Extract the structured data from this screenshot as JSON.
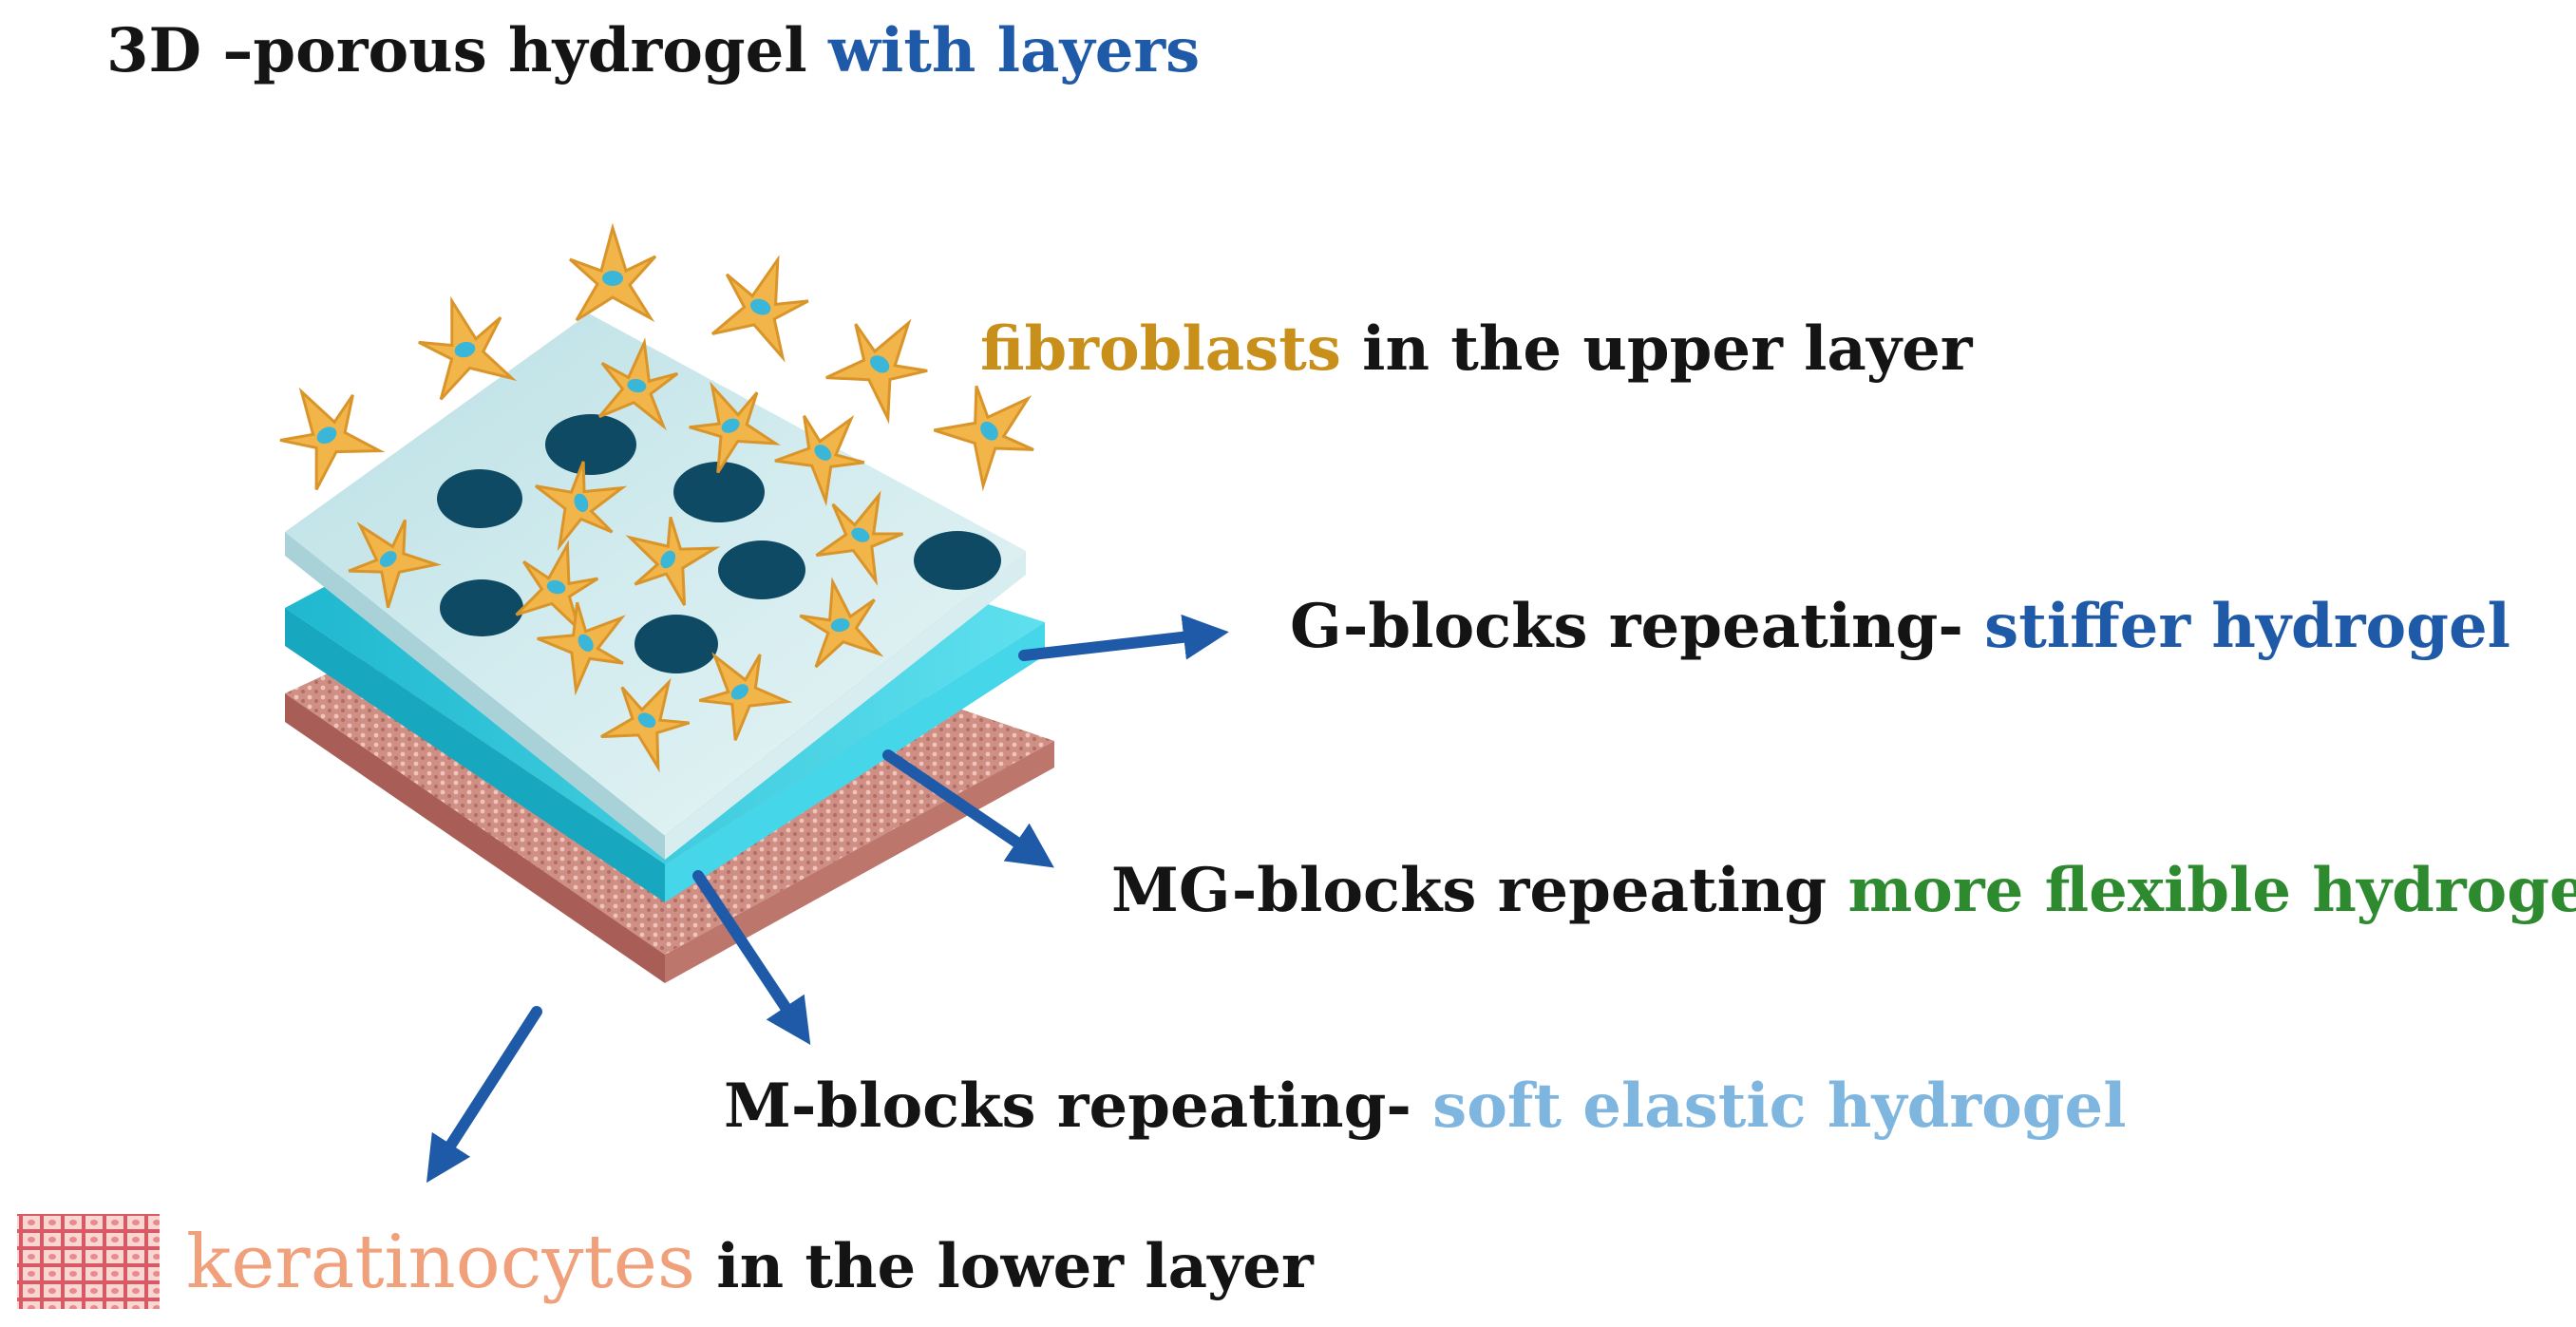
{
  "title": {
    "part1": "3D –porous hydrogel ",
    "part2": "with layers"
  },
  "labels": {
    "fibroblasts": {
      "accent": "fibroblasts",
      "rest": " in the upper layer"
    },
    "g_blocks": {
      "lead": "G-blocks repeating- ",
      "accent": "stiffer hydrogel"
    },
    "mg_blocks": {
      "lead": "MG-blocks repeating ",
      "accent": "more flexible hydrogel"
    },
    "m_blocks": {
      "lead": "M-blocks repeating- ",
      "accent": "soft elastic hydrogel"
    },
    "keratinocytes": {
      "accent": "keratinocytes",
      "rest": " in the lower layer"
    }
  },
  "colors": {
    "text": "#141414",
    "blue_accent": "#1f5aa8",
    "fibroblast_gold": "#c8901a",
    "green_accent": "#2e8a2e",
    "light_blue_accent": "#7fb6e0",
    "keratinocyte_salmon": "#f0a07a",
    "arrow": "#1f5aa8",
    "top_layer": "#c9e6ea",
    "middle_layer": "#2cc6da",
    "bottom_layer": "#c98a80",
    "pore": "#0e4a63",
    "cell_body": "#f2b54a",
    "cell_nucleus": "#3ab6d8"
  },
  "icons": {
    "fibroblast": "fibroblast-cell-icon",
    "keratinocyte": "keratinocyte-tissue-icon",
    "pore": "pore-hole"
  }
}
